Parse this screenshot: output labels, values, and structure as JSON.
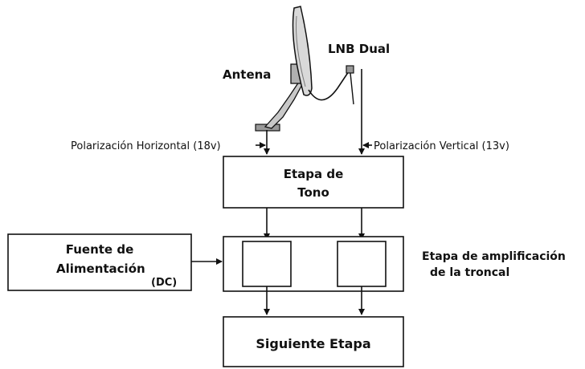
{
  "labels": {
    "lnb": "LNB Dual",
    "antenna": "Antena",
    "pol_h": "Polarización Horizontal (18v)",
    "pol_v": "Polarización Vertical (13v)",
    "tone_stage_line1": "Etapa de",
    "tone_stage_line2": "Tono",
    "power_line1": "Fuente de",
    "power_line2": "Alimentación",
    "power_dc": "(DC)",
    "amp_line1": "Etapa de amplificación",
    "amp_line2": "de la troncal",
    "next_stage": "Siguiente Etapa"
  },
  "colors": {
    "stroke": "#111111",
    "background": "#ffffff",
    "dish_fill": "#d9d9d9"
  }
}
